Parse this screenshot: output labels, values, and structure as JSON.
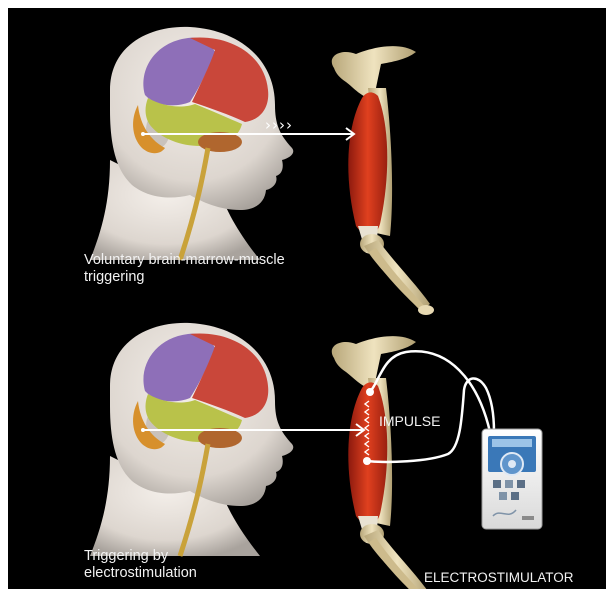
{
  "labels": {
    "voluntary": [
      "Voluntary brain-marrow-muscle",
      "triggering"
    ],
    "electro": [
      "Triggering by",
      "electrostimulation"
    ],
    "impulse": "IMPULSE",
    "device": "ELECTROSTIMULATOR"
  },
  "signal_arrows": "››››",
  "icons": [
    "head-brain-icon",
    "arm-muscle-icon",
    "electrostimulator-device-icon"
  ],
  "colors": {
    "background": "#000000",
    "muscle": "#d8301c",
    "bone": "#e3d3a6",
    "skin": "#ede7e1",
    "wire": "#ffffff"
  }
}
